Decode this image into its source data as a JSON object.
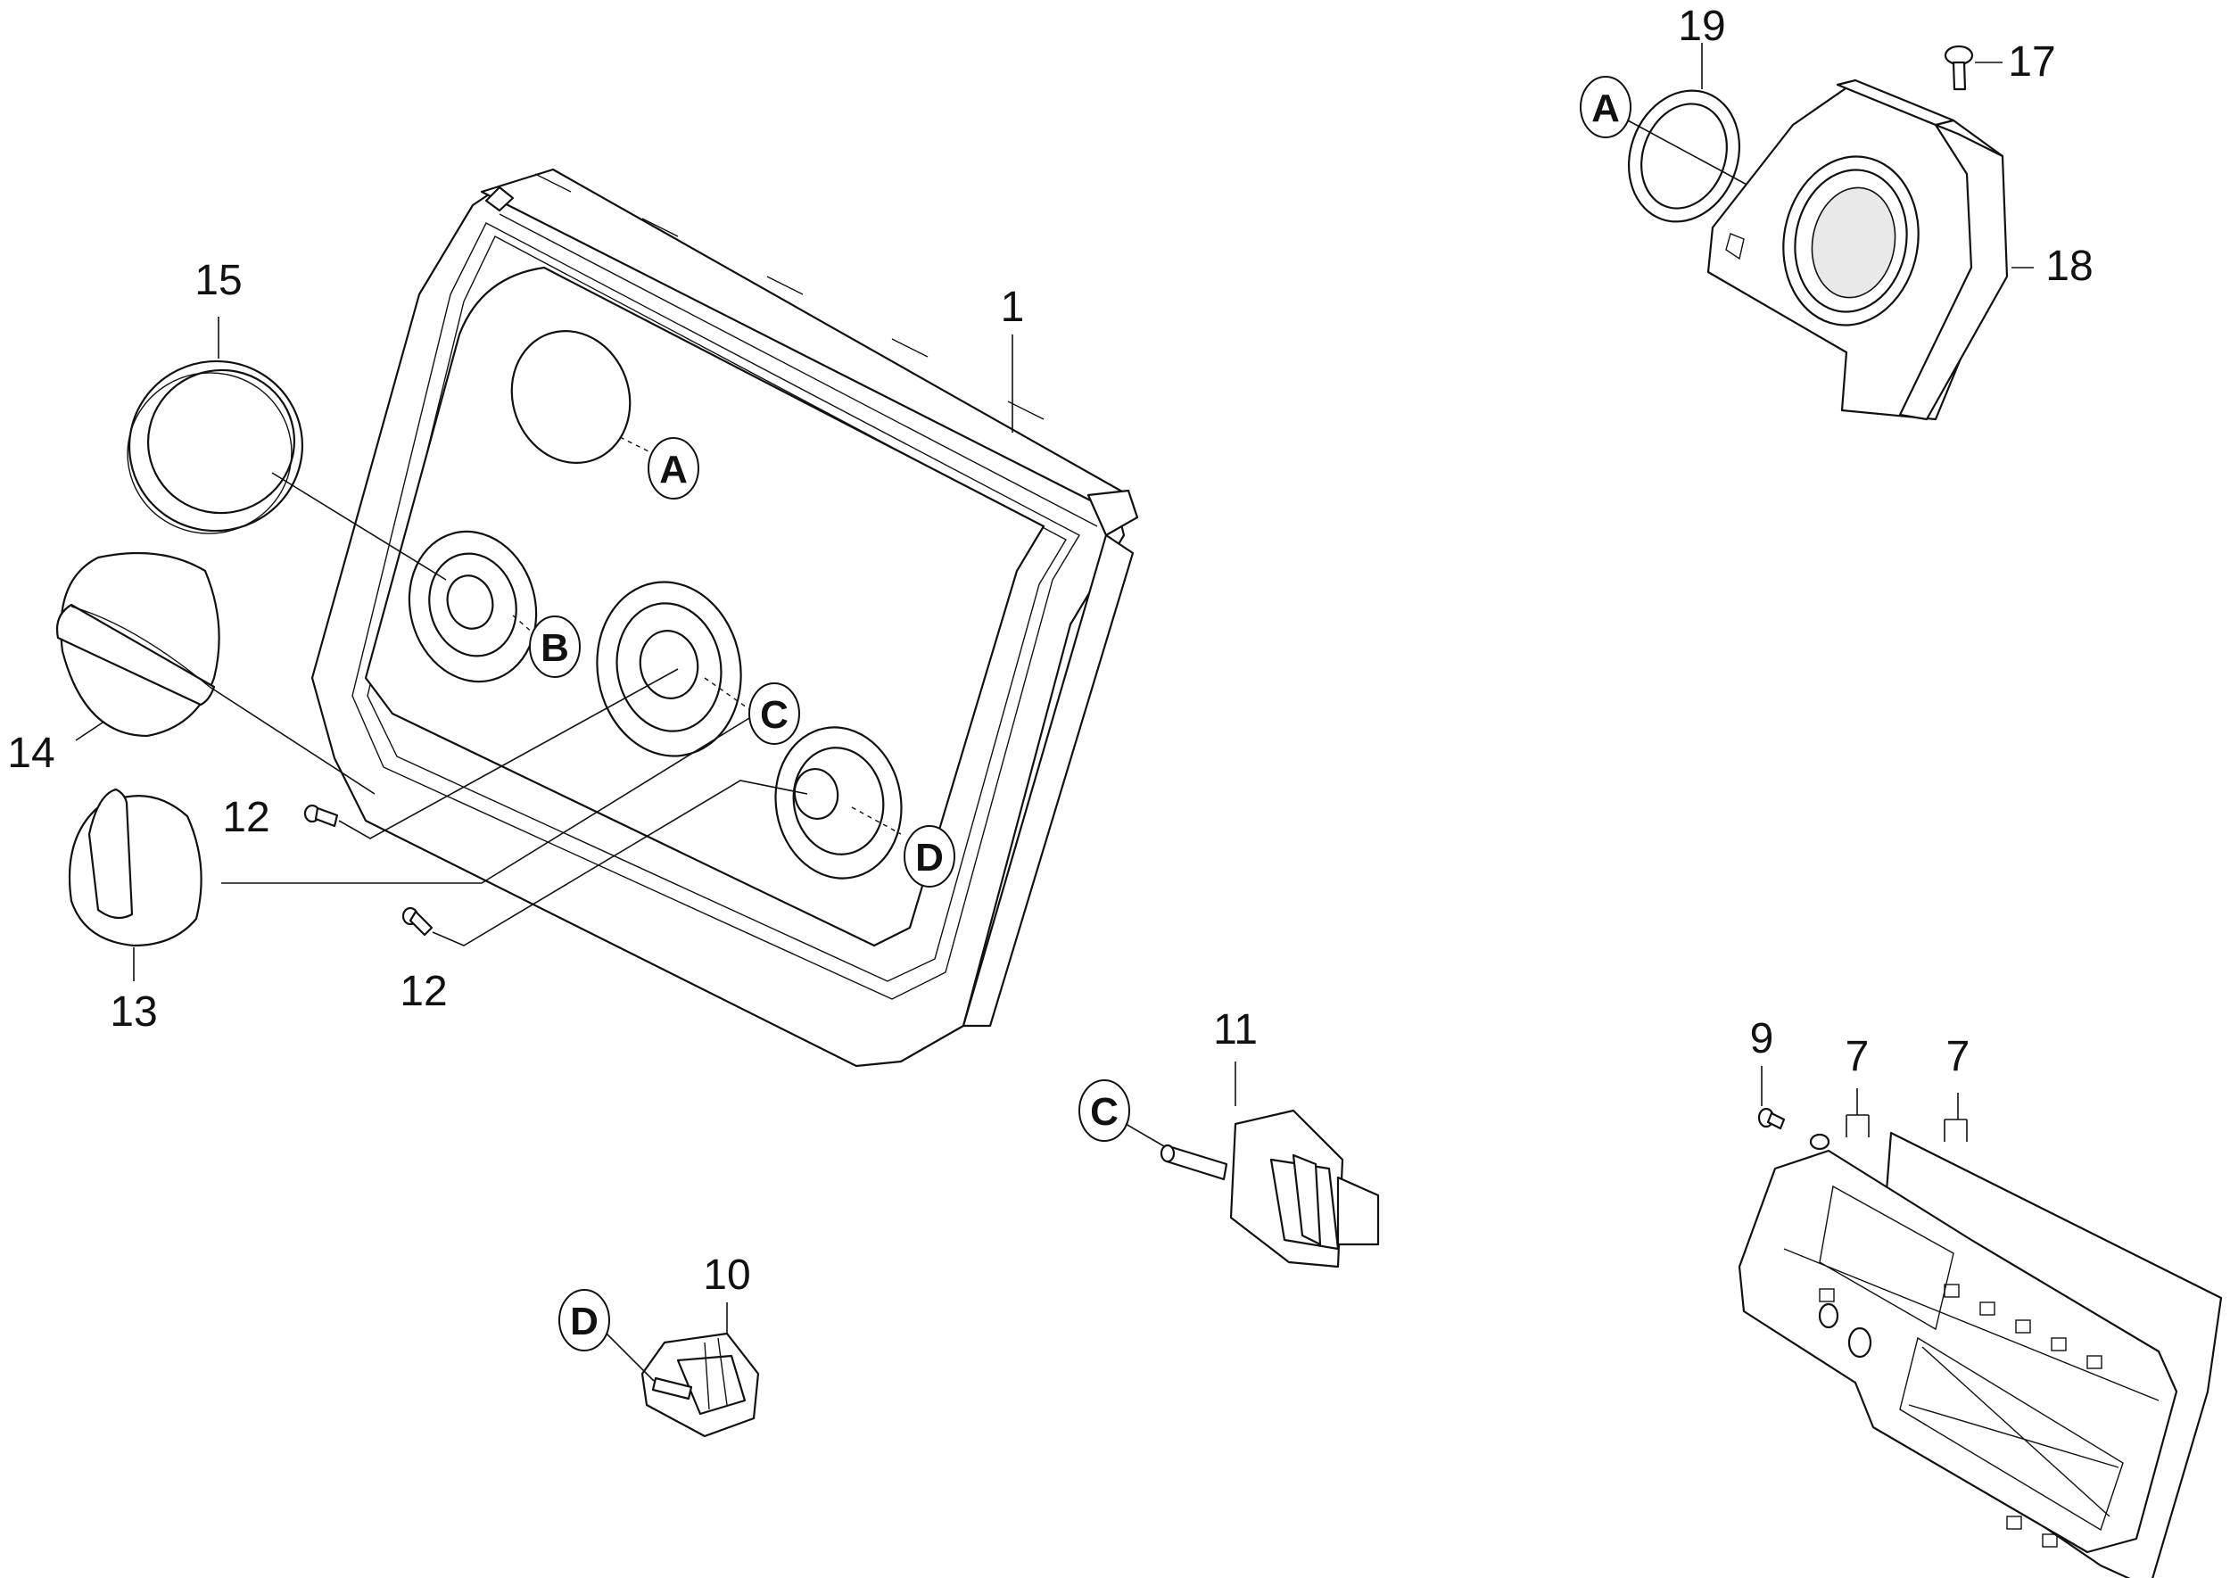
{
  "parts": [
    {
      "id": "1",
      "label": "1"
    },
    {
      "id": "7a",
      "label": "7"
    },
    {
      "id": "7b",
      "label": "7"
    },
    {
      "id": "9",
      "label": "9"
    },
    {
      "id": "10",
      "label": "10"
    },
    {
      "id": "11",
      "label": "11"
    },
    {
      "id": "12a",
      "label": "12"
    },
    {
      "id": "12b",
      "label": "12"
    },
    {
      "id": "13",
      "label": "13"
    },
    {
      "id": "14",
      "label": "14"
    },
    {
      "id": "15",
      "label": "15"
    },
    {
      "id": "17",
      "label": "17"
    },
    {
      "id": "18",
      "label": "18"
    },
    {
      "id": "19",
      "label": "19"
    }
  ],
  "connectors": {
    "a_panel": "A",
    "b_panel": "B",
    "c_panel": "C",
    "d_panel": "D",
    "a_detail": "A",
    "c_detail": "C",
    "d_detail": "D"
  }
}
